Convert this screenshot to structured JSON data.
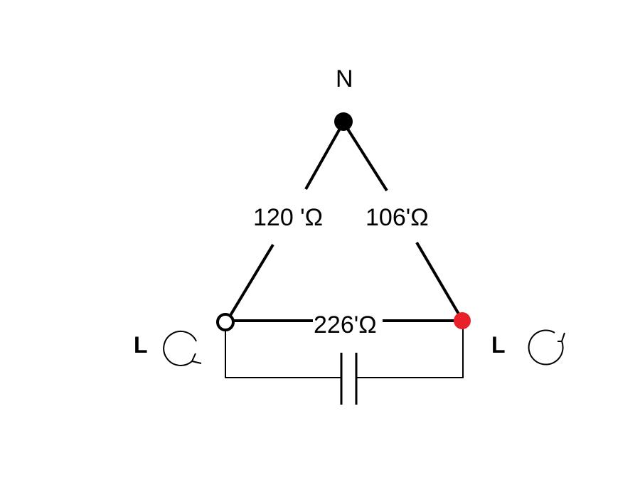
{
  "diagram": {
    "neutral_label": "N",
    "resistor_left": "120 'Ω",
    "resistor_right": "106'Ω",
    "resistor_bottom": "226'Ω",
    "line_label_left": "L",
    "line_label_right": "L",
    "colors": {
      "wire": "#000000",
      "neutral_node": "#000000",
      "left_node_fill": "#ffffff",
      "right_node": "#e8202a"
    },
    "icons": {
      "rotation_left": "counterclockwise-arrow-icon",
      "rotation_right": "clockwise-arrow-icon",
      "capacitor": "capacitor-symbol"
    }
  }
}
